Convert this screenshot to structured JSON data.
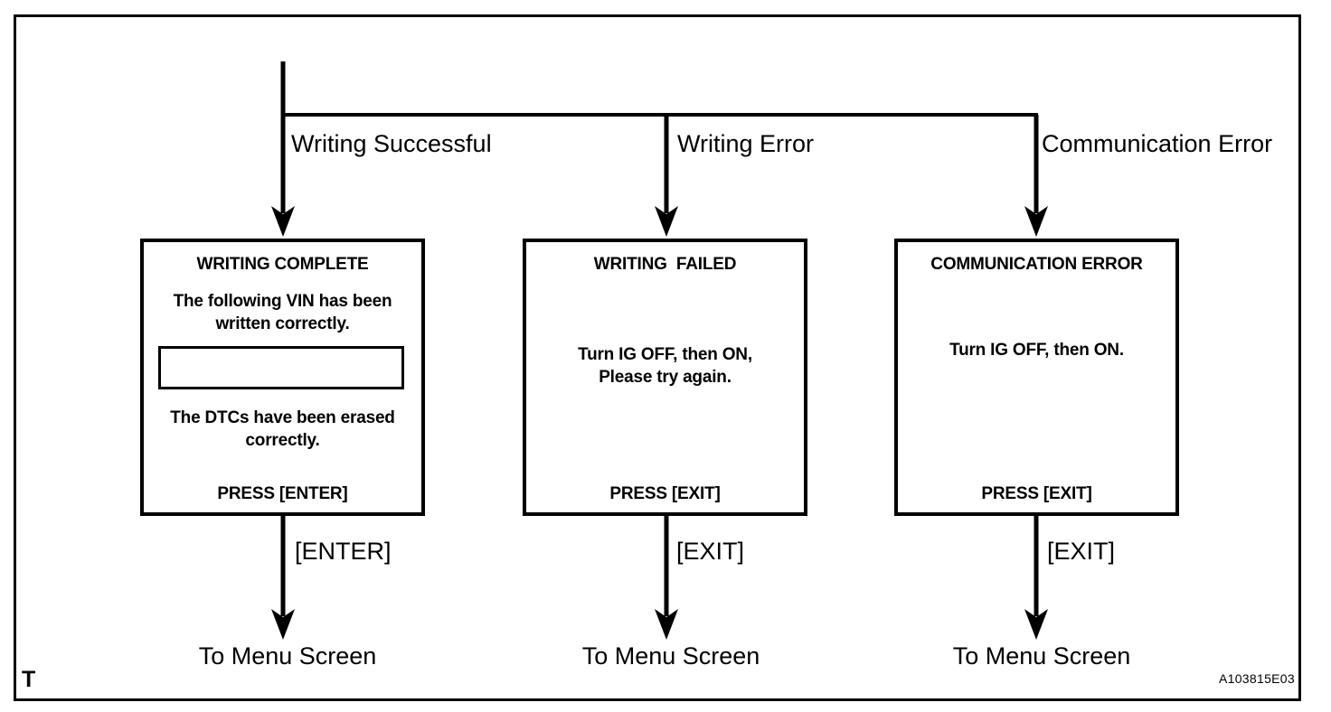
{
  "diagram": {
    "corner_mark": "T",
    "figure_id": "A103815E03"
  },
  "colors": {
    "ink": "#000000",
    "background": "#ffffff"
  },
  "branches": [
    {
      "condition": "Writing Successful",
      "screen": {
        "title": "WRITING COMPLETE",
        "text_above_field": "The following VIN has been\nwritten correctly.",
        "vin_field_value": "",
        "text_below_field": "The DTCs have been erased\ncorrectly.",
        "footer": "PRESS [ENTER]"
      },
      "key": "[ENTER]",
      "destination": "To Menu Screen"
    },
    {
      "condition": "Writing Error",
      "screen": {
        "title": "WRITING  FAILED",
        "body": "Turn IG OFF, then ON,\nPlease try again.",
        "footer": "PRESS [EXIT]"
      },
      "key": "[EXIT]",
      "destination": "To Menu Screen"
    },
    {
      "condition": "Communication Error",
      "screen": {
        "title": "COMMUNICATION ERROR",
        "body": "Turn IG OFF, then ON.",
        "footer": "PRESS [EXIT]"
      },
      "key": "[EXIT]",
      "destination": "To Menu Screen"
    }
  ]
}
